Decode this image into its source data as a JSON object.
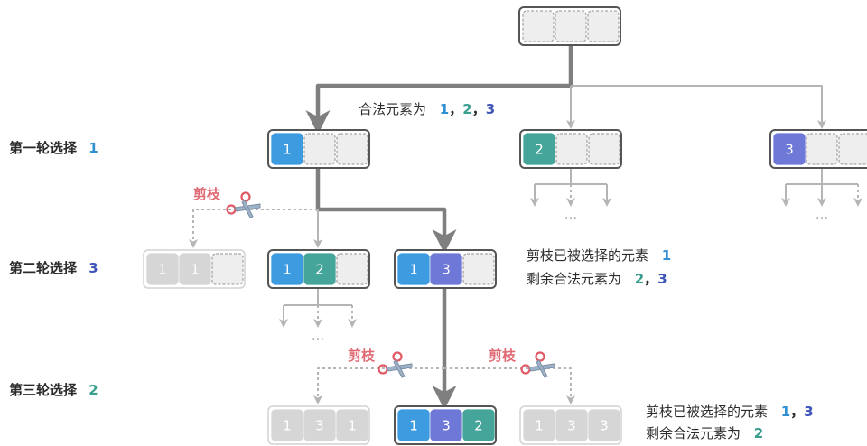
{
  "colors": {
    "blue": "#3d9be0",
    "teal": "#45a59a",
    "purple": "#6e78d6",
    "empty": "#eeeeee",
    "frame": "#555555",
    "pruned_cell": "#d6d6d6",
    "pruned_frame": "#d2d2d2",
    "edge_main": "#7f7f7f",
    "edge_light": "#b5b5b5",
    "scissors": "#e05a66"
  },
  "icons": [
    "scissors-icon"
  ],
  "rows": {
    "first": {
      "label": "第一轮选择",
      "value": "1"
    },
    "second": {
      "label": "第二轮选择",
      "value": "3"
    },
    "third": {
      "label": "第三轮选择",
      "value": "2"
    }
  },
  "notes": {
    "legal_top": {
      "text": "合法元素为",
      "v1": "1",
      "sep1": "，",
      "v2": "2",
      "sep2": "，",
      "v3": "3"
    },
    "pruned_mid": {
      "text": "剪枝已被选择的元素",
      "v1": "1"
    },
    "legal_mid": {
      "text": "剩余合法元素为",
      "v1": "2",
      "sep1": "，",
      "v2": "3"
    },
    "pruned_bottom": {
      "text": "剪枝已被选择的元素",
      "v1": "1",
      "sep1": "，",
      "v2": "3"
    },
    "legal_bottom": {
      "text": "剩余合法元素为",
      "v1": "2"
    }
  },
  "prune_label": "剪枝",
  "ellipsis": "···",
  "nodes": {
    "root": [
      "",
      "",
      ""
    ],
    "level1": [
      [
        "1",
        "",
        ""
      ],
      [
        "2",
        "",
        ""
      ],
      [
        "3",
        "",
        ""
      ]
    ],
    "level2": [
      [
        "1",
        "1",
        ""
      ],
      [
        "1",
        "2",
        ""
      ],
      [
        "1",
        "3",
        ""
      ]
    ],
    "level3": [
      [
        "1",
        "3",
        "1"
      ],
      [
        "1",
        "3",
        "2"
      ],
      [
        "1",
        "3",
        "3"
      ]
    ]
  }
}
